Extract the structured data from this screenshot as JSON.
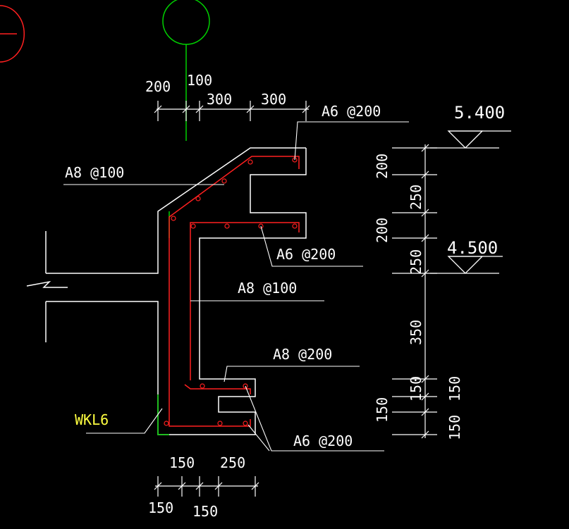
{
  "colors": {
    "background": "#000000",
    "outline": "#ffffff",
    "rebar": "#ff2020",
    "axis": "#00d000",
    "label_yellow": "#ffff40",
    "red_marker": "#ff2020"
  },
  "top_dims": [
    "200",
    "100",
    "300",
    "300"
  ],
  "bottom_dims": [
    "150",
    "250",
    "150",
    "150"
  ],
  "right_dims": [
    "200",
    "250",
    "200",
    "250",
    "350",
    "150",
    "150",
    "150",
    "150"
  ],
  "elevations": [
    "5.400",
    "4.500"
  ],
  "callouts": [
    "A6 @200",
    "A8 @100",
    "A6 @200",
    "A8 @100",
    "A8 @200",
    "A6 @200"
  ],
  "member_label": "WKL6"
}
